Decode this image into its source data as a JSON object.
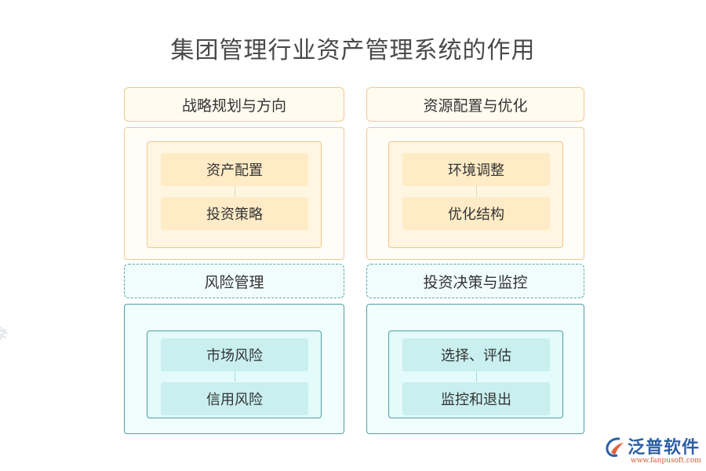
{
  "title": "集团管理行业资产管理系统的作用",
  "left_column": {
    "top_header": "战略规划与方向",
    "top_items": [
      "资产配置",
      "投资策略"
    ],
    "bottom_header": "风险管理",
    "bottom_items": [
      "市场风险",
      "信用风险"
    ]
  },
  "right_column": {
    "top_header": "资源配置与优化",
    "top_items": [
      "环境调整",
      "优化结构"
    ],
    "bottom_header": "投资决策与监控",
    "bottom_items": [
      "选择、评估",
      "监控和退出"
    ]
  },
  "logo": {
    "name": "泛普软件",
    "url": "www.fanpusoft.com"
  },
  "watermark": "件",
  "colors": {
    "orange_border": "#f2c98f",
    "orange_fill": "#ffecc6",
    "teal_border": "#4f9ea1",
    "teal_fill": "#c9efef"
  }
}
